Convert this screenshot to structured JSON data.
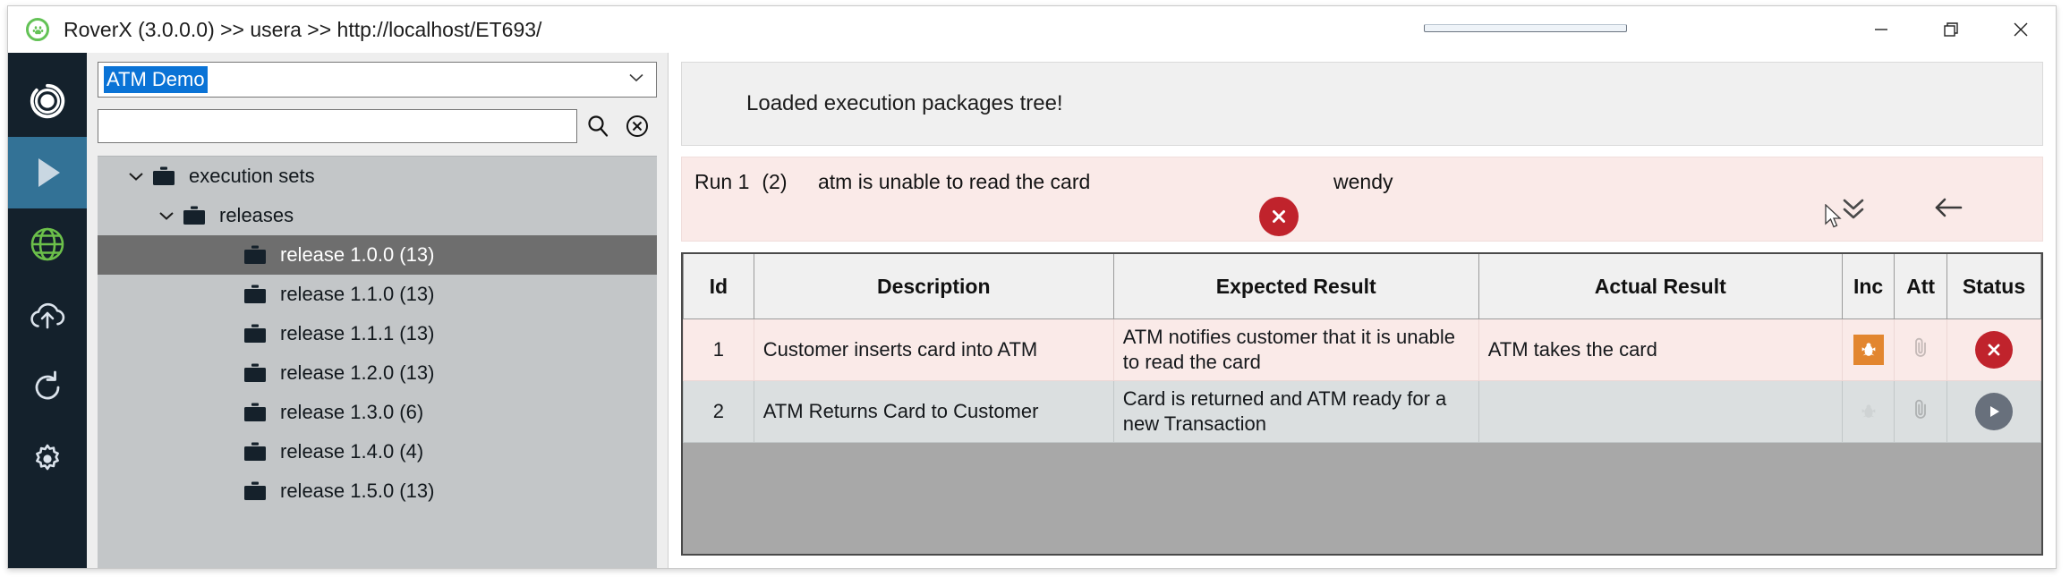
{
  "window": {
    "title": "RoverX (3.0.0.0) >> usera >> http://localhost/ET693/",
    "logo_icon": "paw-circle-icon",
    "controls": {
      "minimize": "minimize-icon",
      "restore": "restore-icon",
      "close": "close-icon"
    }
  },
  "rail": {
    "items": [
      {
        "name": "app-logo",
        "icon": "target-circle-icon",
        "selected": false
      },
      {
        "name": "execution",
        "icon": "play-icon",
        "selected": true
      },
      {
        "name": "globe",
        "icon": "globe-icon",
        "selected": false
      },
      {
        "name": "upload",
        "icon": "cloud-upload-icon",
        "selected": false
      },
      {
        "name": "refresh",
        "icon": "refresh-icon",
        "selected": false
      },
      {
        "name": "settings",
        "icon": "gear-icon",
        "selected": false
      }
    ]
  },
  "tree_panel": {
    "project_select": {
      "value": "ATM Demo",
      "selected_highlight": true,
      "chevron_icon": "chevron-down-icon"
    },
    "search": {
      "value": "",
      "placeholder": "",
      "search_icon": "search-icon",
      "clear_icon": "clear-circle-icon"
    },
    "tree": [
      {
        "label": "execution sets",
        "level": 1,
        "expanded": true,
        "has_children": true,
        "selected": false,
        "icon": "briefcase-icon"
      },
      {
        "label": "releases",
        "level": 2,
        "expanded": true,
        "has_children": true,
        "selected": false,
        "icon": "briefcase-icon"
      },
      {
        "label": "release 1.0.0 (13)",
        "level": 3,
        "expanded": false,
        "has_children": false,
        "selected": true,
        "icon": "briefcase-icon"
      },
      {
        "label": "release 1.1.0 (13)",
        "level": 3,
        "expanded": false,
        "has_children": false,
        "selected": false,
        "icon": "briefcase-icon"
      },
      {
        "label": "release 1.1.1 (13)",
        "level": 3,
        "expanded": false,
        "has_children": false,
        "selected": false,
        "icon": "briefcase-icon"
      },
      {
        "label": "release 1.2.0 (13)",
        "level": 3,
        "expanded": false,
        "has_children": false,
        "selected": false,
        "icon": "briefcase-icon"
      },
      {
        "label": "release 1.3.0 (6)",
        "level": 3,
        "expanded": false,
        "has_children": false,
        "selected": false,
        "icon": "briefcase-icon"
      },
      {
        "label": "release 1.4.0 (4)",
        "level": 3,
        "expanded": false,
        "has_children": false,
        "selected": false,
        "icon": "briefcase-icon"
      },
      {
        "label": "release 1.5.0 (13)",
        "level": 3,
        "expanded": false,
        "has_children": false,
        "selected": false,
        "icon": "briefcase-icon"
      }
    ]
  },
  "notice": {
    "message": "Loaded execution packages tree!"
  },
  "run_bar": {
    "run_label": "Run 1",
    "run_count": "(2)",
    "run_title": "atm is unable to read the card",
    "user": "wendy",
    "status_icon": "fail-circle-icon",
    "expand_icon": "chevrons-down-icon",
    "back_icon": "arrow-left-icon",
    "background_color": "#faeae8",
    "status_color": "#c0232c"
  },
  "table": {
    "columns": [
      "Id",
      "Description",
      "Expected Result",
      "Actual Result",
      "Inc",
      "Att",
      "Status"
    ],
    "rows": [
      {
        "id": "1",
        "description": "Customer inserts card into ATM",
        "expected_result": "ATM notifies customer that it is unable to read the card",
        "actual_result": "ATM takes the card",
        "inc_icon": "bug-icon",
        "inc_active": true,
        "att_icon": "paperclip-icon",
        "att_active": false,
        "status_icon": "fail-circle-icon",
        "status": "fail"
      },
      {
        "id": "2",
        "description": "ATM Returns Card to Customer",
        "expected_result": "Card is returned and ATM ready for a new Transaction",
        "actual_result": "",
        "inc_icon": "bug-icon",
        "inc_active": false,
        "att_icon": "paperclip-icon",
        "att_active": false,
        "status_icon": "play-circle-icon",
        "status": "pending"
      }
    ]
  },
  "colors": {
    "rail_bg": "#14212c",
    "rail_selected": "#337296",
    "globe_green": "#6cc04a",
    "tree_bg": "#c3c6c8",
    "tree_selected": "#6e6e6e",
    "fail_red": "#c0232c",
    "bug_orange": "#e2862f",
    "pending_gray": "#68707c",
    "select_blue": "#0a73d6"
  }
}
